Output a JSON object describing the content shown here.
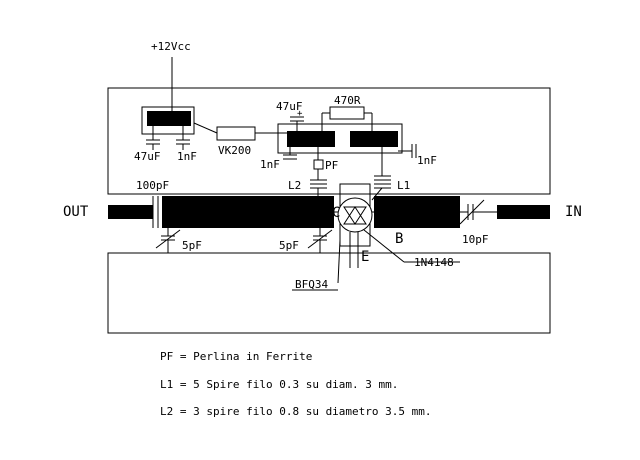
{
  "labels": {
    "vcc": "+12Vcc",
    "c47a": "47uF",
    "c1na": "1nF",
    "vk200": "VK200",
    "c47b": "47uF",
    "plus": "+",
    "r470": "470R",
    "c1nb": "1nF",
    "c1nc": "1nF",
    "pf": "PF",
    "l2": "L2",
    "l1": "L1",
    "c100": "100pF",
    "out": "OUT",
    "in": "IN",
    "c": "C",
    "b": "B",
    "e": "E",
    "c5a": "5pF",
    "c5b": "5pF",
    "c10": "10pF",
    "diode": "1N4148",
    "transistor": "BFQ34"
  },
  "notes": [
    "PF = Perlina in Ferrite",
    "L1 = 5 Spire filo 0.3 su diam. 3 mm.",
    "L2 = 3 spire filo 0.8 su diametro 3.5 mm."
  ]
}
